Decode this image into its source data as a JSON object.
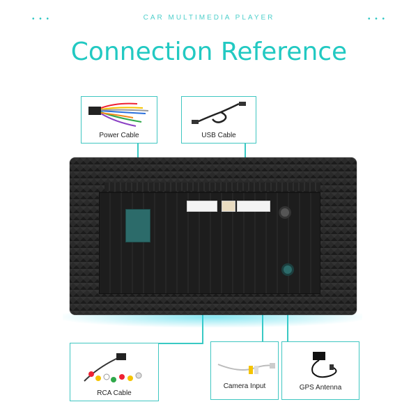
{
  "header": {
    "subtitle": "CAR MULTIMEDIA PLAYER",
    "title": "Connection Reference",
    "dots": "• • •"
  },
  "cables": [
    {
      "key": "power",
      "label": "Power Cable",
      "icon": "wire-harness-icon"
    },
    {
      "key": "usb",
      "label": "USB Cable",
      "icon": "usb-cable-icon"
    },
    {
      "key": "rca",
      "label": "RCA Cable",
      "icon": "rca-cable-icon"
    },
    {
      "key": "camera",
      "label": "Camera Input",
      "icon": "camera-cable-icon"
    },
    {
      "key": "gps",
      "label": "GPS Antenna",
      "icon": "gps-antenna-icon"
    }
  ],
  "colors": {
    "accent": "#22c9c2",
    "line": "#39c9c4",
    "unit": "#2a2a2a"
  }
}
